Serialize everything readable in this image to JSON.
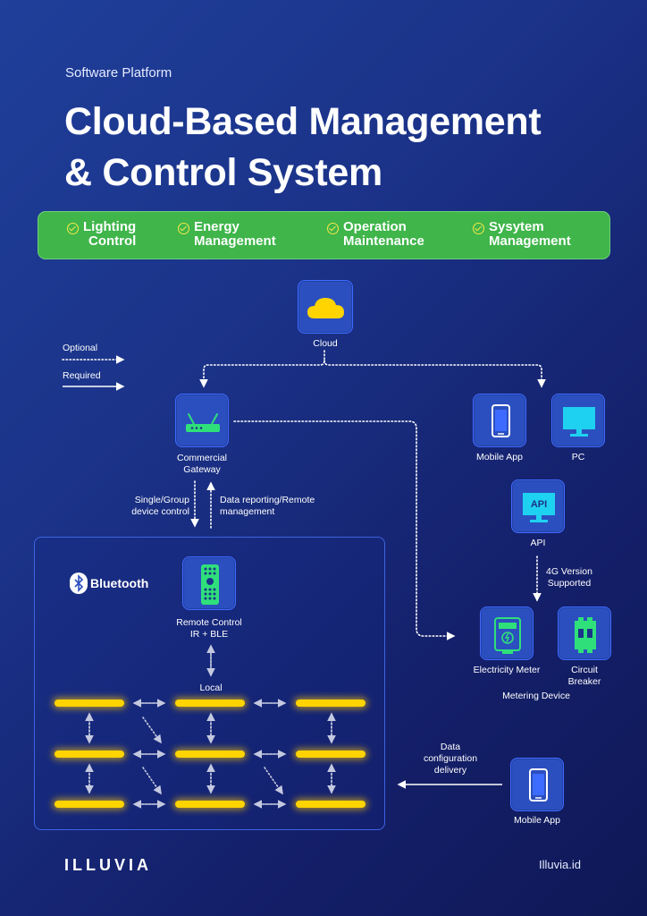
{
  "header": {
    "eyebrow": "Software Platform",
    "title_line1": "Cloud-Based Management",
    "title_line2": "& Control System"
  },
  "features": [
    {
      "line1": "Lighting",
      "line2": "Control"
    },
    {
      "line1": "Energy",
      "line2": "Management"
    },
    {
      "line1": "Operation",
      "line2": "Maintenance"
    },
    {
      "line1": "Sysytem",
      "line2": "Management"
    }
  ],
  "legend": {
    "optional": "Optional",
    "required": "Required"
  },
  "nodes": {
    "cloud": "Cloud",
    "gateway_line1": "Commercial",
    "gateway_line2": "Gateway",
    "mobile_app": "Mobile App",
    "pc": "PC",
    "api": "API",
    "api_icon_text": "API",
    "electricity_meter": "Electricity Meter",
    "circuit_breaker_line1": "Circuit",
    "circuit_breaker_line2": "Breaker",
    "metering_device": "Metering Device",
    "remote_line1": "Remote Control",
    "remote_line2": "IR + BLE",
    "bluetooth": "Bluetooth",
    "local": "Local",
    "mobile_app_bottom": "Mobile App"
  },
  "edges": {
    "single_group_line1": "Single/Group",
    "single_group_line2": "device control",
    "data_reporting_line1": "Data reporting/Remote",
    "data_reporting_line2": "management",
    "fourg_line1": "4G Version",
    "fourg_line2": "Supported",
    "data_config_line1": "Data",
    "data_config_line2": "configuration",
    "data_config_line3": "delivery"
  },
  "footer": {
    "brand": "ILLUVIA",
    "site": "Illuvia.id"
  },
  "colors": {
    "background": "#1b3389",
    "feature_bar": "#3fb54a",
    "check": "#f3e94a",
    "node_box": "#2b4fbf",
    "icon_green": "#2fe07a",
    "light": "#ffd400",
    "cloud": "#ffd400"
  }
}
